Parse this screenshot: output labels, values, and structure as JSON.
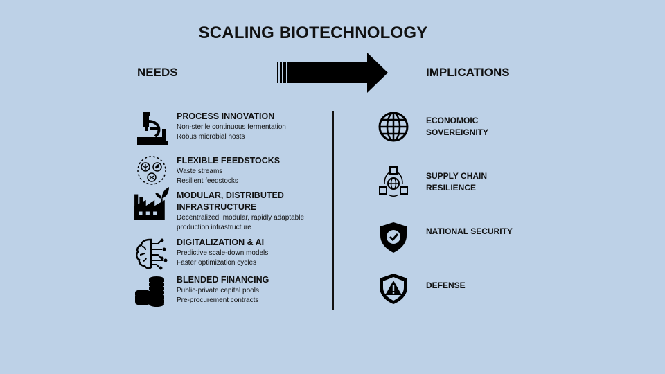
{
  "title": "SCALING BIOTECHNOLOGY",
  "needs_header": "NEEDS",
  "implications_header": "IMPLICATIONS",
  "needs": [
    {
      "icon": "microscope-icon",
      "heading": "PROCESS INNOVATION",
      "details": [
        "Non-sterile continuous fermentation",
        "Robus microbial hosts"
      ]
    },
    {
      "icon": "feedstock-icon",
      "heading": "FLEXIBLE FEEDSTOCKS",
      "details": [
        "Waste streams",
        "Resilient feedstocks"
      ]
    },
    {
      "icon": "factory-icon",
      "heading": "MODULAR, DISTRIBUTED INFRASTRUCTURE",
      "details": [
        "Decentralized, modular, rapidly adaptable",
        "production infrastructure"
      ]
    },
    {
      "icon": "ai-brain-icon",
      "heading": "DIGITALIZATION & AI",
      "details": [
        "Predictive scale-down models",
        "Faster optimization cycles"
      ]
    },
    {
      "icon": "coins-icon",
      "heading": "BLENDED FINANCING",
      "details": [
        "Public-private capital pools",
        "Pre-procurement contracts"
      ]
    }
  ],
  "implications": [
    {
      "icon": "globe-icon",
      "heading": "ECONOMOIC SOVEREIGNITY"
    },
    {
      "icon": "supply-chain-icon",
      "heading": "SUPPLY CHAIN RESILIENCE"
    },
    {
      "icon": "shield-check-icon",
      "heading": "NATIONAL SECURITY"
    },
    {
      "icon": "shield-warning-icon",
      "heading": "DEFENSE"
    }
  ]
}
